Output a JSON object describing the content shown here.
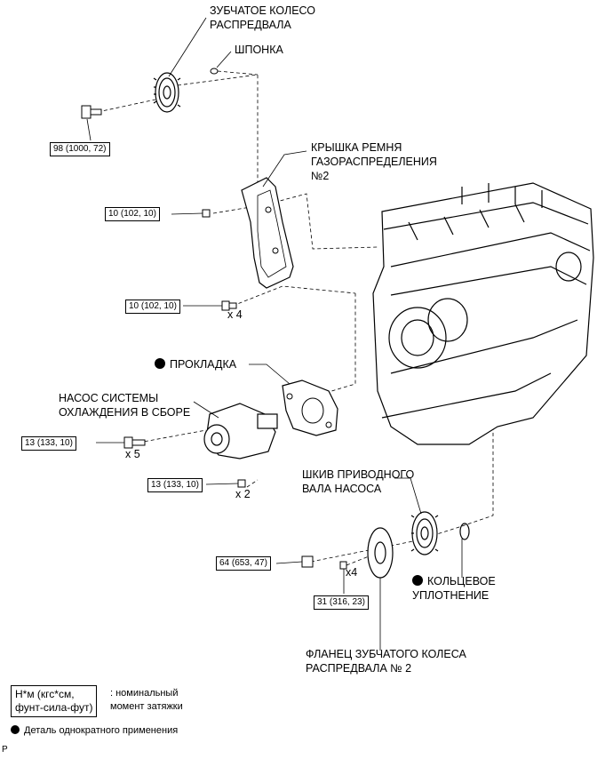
{
  "labels": {
    "camshaft_gear": "ЗУБЧАТОЕ КОЛЕСО\nРАСПРЕДВАЛА",
    "key": "ШПОНКА",
    "timing_cover": "КРЫШКА РЕМНЯ\nГАЗОРАСПРЕДЕЛЕНИЯ\n№2",
    "gasket": "ПРОКЛАДКА",
    "water_pump": "НАСОС СИСТЕМЫ\nОХЛАЖДЕНИЯ В СБОРЕ",
    "pump_pulley": "ШКИВ ПРИВОДНОГО\nВАЛА НАСОСА",
    "o_ring": "КОЛЬЦЕВОЕ\nУПЛОТНЕНИЕ",
    "flange": "ФЛАНЕЦ ЗУБЧАТОГО КОЛЕСА\nРАСПРЕДВАЛА № 2"
  },
  "torques": {
    "gear_bolt": "98 (1000, 72)",
    "cover_nut": "10 (102, 10)",
    "cover_bolt": "10 (102, 10)",
    "pump_bolt": "13 (133, 10)",
    "pump_nut": "13 (133, 10)",
    "pulley_nut": "64 (653, 47)",
    "flange_bolt": "31 (316, 23)"
  },
  "quantities": {
    "cover_bolt": "x 4",
    "pump_bolt": "x 5",
    "pump_nut": "x 2",
    "flange_bolt": "x4"
  },
  "legend": {
    "torque_units": "Н*м (кгс*см,\nфунт-сила-фут)",
    "torque_desc": ": номинальный\nмомент затяжки",
    "non_reusable": "Деталь однократного применения"
  },
  "corner_mark": "P"
}
